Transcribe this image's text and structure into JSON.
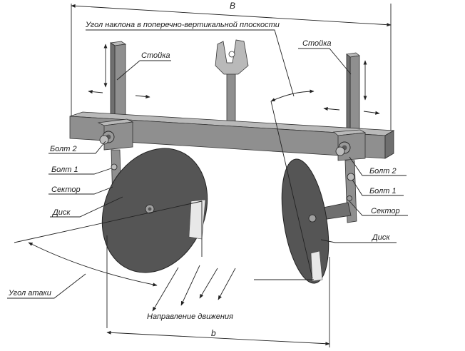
{
  "title": "Угол наклона в поперечно-вертикальной плоскости",
  "labels": {
    "width_dim": "B",
    "track_dim": "b",
    "stoyka_left": "Стойка",
    "stoyka_right": "Стойка",
    "bolt2_left": "Болт 2",
    "bolt1_left": "Болт 1",
    "sector_left": "Сектор",
    "disk_left": "Диск",
    "bolt2_right": "Болт 2",
    "bolt1_right": "Болт 1",
    "sector_right": "Сектор",
    "disk_right": "Диск",
    "attack_angle": "Угол атаки",
    "direction": "Направление движения"
  }
}
